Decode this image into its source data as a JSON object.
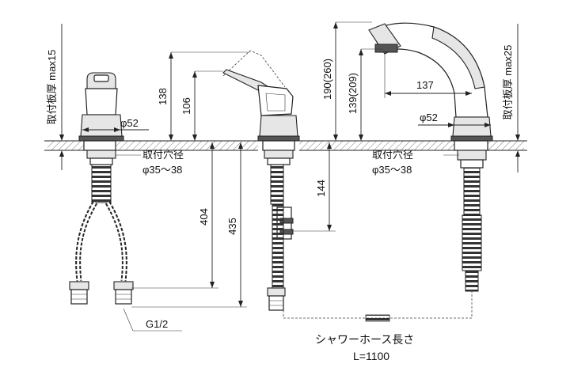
{
  "labels": {
    "thickness_left": "取付板厚 max15",
    "thickness_right": "取付板厚 max25",
    "phi52_left": "φ52",
    "phi52_right": "φ52",
    "hole_title_left": "取付穴径",
    "hole_range_left": "φ35～38",
    "hole_title_right": "取付穴径",
    "hole_range_right": "φ35～38",
    "dim_138": "138",
    "dim_106": "106",
    "dim_404": "404",
    "dim_435": "435",
    "dim_144": "144",
    "dim_190_260": "190(260)",
    "dim_139_209": "139(209)",
    "dim_137": "137",
    "thread": "G1/2",
    "hose_title": "シャワーホース長さ",
    "hose_length": "L=1100"
  }
}
